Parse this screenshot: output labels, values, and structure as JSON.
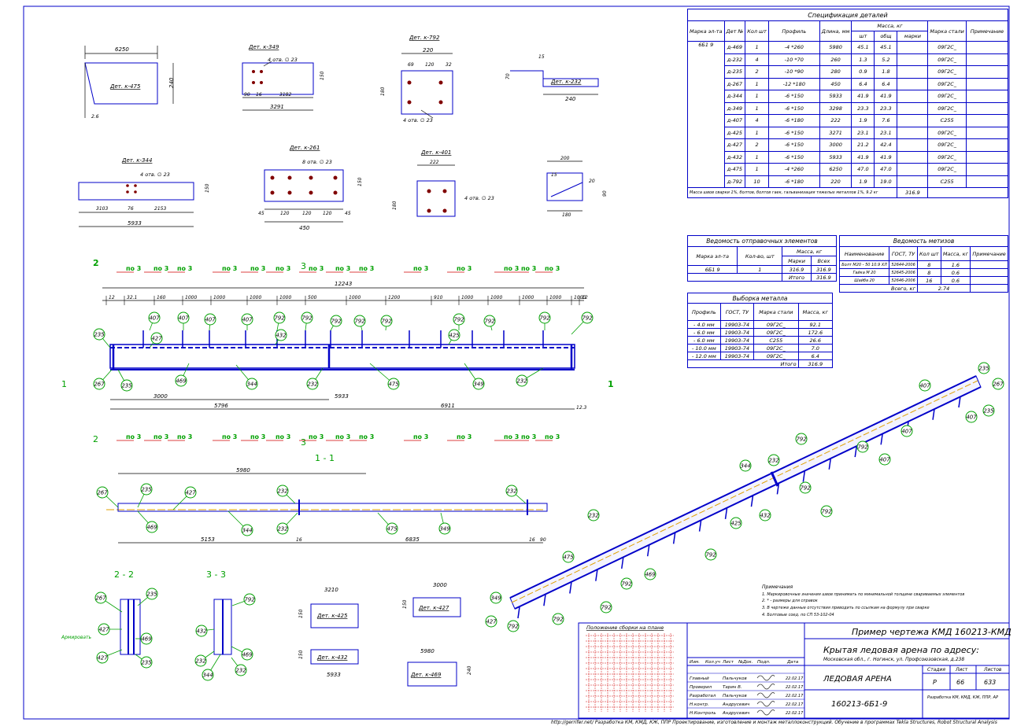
{
  "spec": {
    "title": "Спецификация деталей",
    "headers": [
      "Марка эл-та",
      "Дет №",
      "Кол шт",
      "Профиль",
      "Длина, мм",
      "Масса, кг",
      "шт",
      "общ",
      "марки",
      "Марка стали",
      "Примечание"
    ],
    "mark": "6Б1 9",
    "rows": [
      [
        "д-469",
        "1",
        "-4 *260",
        "5980",
        "45.1",
        "45.1",
        "09Г2С_"
      ],
      [
        "д-232",
        "4",
        "-10 *70",
        "260",
        "1.3",
        "5.2",
        "09Г2С_"
      ],
      [
        "д-235",
        "2",
        "-10 *90",
        "280",
        "0.9",
        "1.8",
        "09Г2С_"
      ],
      [
        "д-267",
        "1",
        "-12 *180",
        "450",
        "6.4",
        "6.4",
        "09Г2С_"
      ],
      [
        "д-344",
        "1",
        "-6 *150",
        "5933",
        "41.9",
        "41.9",
        "09Г2С_"
      ],
      [
        "д-349",
        "1",
        "-6 *150",
        "3298",
        "23.3",
        "23.3",
        "09Г2С_"
      ],
      [
        "д-407",
        "4",
        "-6 *180",
        "222",
        "1.9",
        "7.6",
        "С255"
      ],
      [
        "д-425",
        "1",
        "-6 *150",
        "3271",
        "23.1",
        "23.1",
        "09Г2С_"
      ],
      [
        "д-427",
        "2",
        "-6 *150",
        "3000",
        "21.2",
        "42.4",
        "09Г2С_"
      ],
      [
        "д-432",
        "1",
        "-6 *150",
        "5933",
        "41.9",
        "41.9",
        "09Г2С_"
      ],
      [
        "д-475",
        "1",
        "-4 *260",
        "6250",
        "47.0",
        "47.0",
        "09Г2С_"
      ],
      [
        "д-792",
        "10",
        "-6 *180",
        "220",
        "1.9",
        "19.0",
        "С255"
      ]
    ],
    "note": "Масса швов сварки 1%, болтов, болтов гаек, гальванизация тяжелых металлов 1%,  9.2 кг",
    "total": "316.9"
  },
  "ship": {
    "title": "Ведомость отправочных элементов",
    "headers": [
      "Марка эл-та",
      "Кол-во, шт",
      "Масса, кг",
      "Марки",
      "Всех"
    ],
    "rows": [
      [
        "6Б1 9",
        "1",
        "316.9",
        "316.9"
      ]
    ],
    "total_label": "Итого",
    "total": "316.9"
  },
  "hardware": {
    "title": "Ведомость метизов",
    "headers": [
      "Наименование",
      "ГОСТ, ТУ",
      "Кол шт",
      "Масса, кг",
      "Примечание"
    ],
    "rows": [
      [
        "Болт М20 - 50 10.9 ХЛ",
        "52644-2006",
        "8",
        "1.6"
      ],
      [
        "Гайка М 20",
        "52645-2006",
        "8",
        "0.6"
      ],
      [
        "Шайба 20",
        "52646-2006",
        "16",
        "0.6"
      ]
    ],
    "total_label": "Всего, кг",
    "total": "2.74"
  },
  "metal": {
    "title": "Выборка металла",
    "headers": [
      "Профиль",
      "ГОСТ, ТУ",
      "Марка стали",
      "Масса, кг"
    ],
    "rows": [
      [
        "- 4.0 мм",
        "19903-74",
        "09Г2С_",
        "92.1"
      ],
      [
        "- 6.0 мм",
        "19903-74",
        "09Г2С_",
        "172.6"
      ],
      [
        "- 6.0 мм",
        "19903-74",
        "С255",
        "26.6"
      ],
      [
        "- 10.0 мм",
        "19903-74",
        "09Г2С_",
        "7.0"
      ],
      [
        "- 12.0 мм",
        "19903-74",
        "09Г2С_",
        "6.4"
      ]
    ],
    "total_label": "Итого",
    "total": "316.9"
  },
  "details": {
    "d475": {
      "title": "Дет. к-475",
      "w": "6250",
      "h": "240",
      "s": "2.6"
    },
    "d349": {
      "title": "Дет. к-349",
      "holes": "4 отв. ∅ 23",
      "d1": "90",
      "d2": "16",
      "d3": "3182",
      "d4": "3291",
      "h": "150"
    },
    "d792": {
      "title": "Дет. к-792",
      "holes": "4 отв. ∅ 23",
      "w": "220",
      "a": "69",
      "b": "120",
      "c": "32",
      "h": "180"
    },
    "d232": {
      "title": "Дет. к-232",
      "w": "240",
      "a": "15",
      "b": "70"
    },
    "d344": {
      "title": "Дет. к-344",
      "holes": "4 отв. ∅ 23",
      "a": "3103",
      "b": "76",
      "c": "2153",
      "w": "5933",
      "h": "150"
    },
    "d261": {
      "title": "Дет. к-261",
      "holes": "8 отв. ∅ 23",
      "a": "45",
      "b": "120",
      "w": "450",
      "h": "150"
    },
    "d401": {
      "title": "Дет. к-401",
      "holes": "4 отв. ∅ 23",
      "w": "222",
      "h": "180"
    },
    "d235": {
      "w": "200",
      "a": "15",
      "b": "20",
      "c": "180",
      "h": "90"
    },
    "d425": {
      "title": "Дет. к-425",
      "w": "3210",
      "h": "150"
    },
    "d427": {
      "title": "Дет. к-427",
      "w": "3000",
      "h": "150"
    },
    "d432": {
      "title": "Дет. к-432",
      "w": "5933",
      "h": "150"
    },
    "d469": {
      "title": "Дет. к-469",
      "w": "5980",
      "h": "240"
    }
  },
  "elevation": {
    "total": "12243",
    "spans": [
      "12",
      "32.1",
      "160",
      "1000",
      "1000",
      "1000",
      "1000",
      "500",
      "1000",
      "1200",
      "910",
      "1000",
      "1000",
      "1000",
      "1000",
      "1000",
      "12",
      "28"
    ],
    "bottom": [
      "3000",
      "5796",
      "5933",
      "6911",
      "12.3"
    ],
    "section1": "1",
    "section2": "2",
    "section3": "3",
    "po3": "по 3",
    "labels": [
      "235",
      "267",
      "235",
      "427",
      "469",
      "344",
      "232",
      "475",
      "349",
      "232",
      "407",
      "407",
      "407",
      "407",
      "792",
      "792",
      "432",
      "792",
      "792",
      "792",
      "425",
      "792",
      "792",
      "792",
      "792"
    ]
  },
  "sec11": {
    "title": "1 - 1",
    "a": "5980",
    "b": "5153",
    "c": "16",
    "d": "6835",
    "e": "16",
    "f": "90",
    "labels": [
      "267",
      "235",
      "427",
      "232",
      "232",
      "469",
      "344",
      "475",
      "349",
      "232"
    ]
  },
  "sec22": {
    "title": "2 - 2",
    "labels": [
      "267",
      "235",
      "427",
      "469",
      "427",
      "235"
    ],
    "note": "Армировать"
  },
  "sec33": {
    "title": "3 - 3",
    "labels": [
      "792",
      "432",
      "232",
      "344",
      "232",
      "469"
    ]
  },
  "notes": {
    "title": "Примечания",
    "lines": [
      "1. Маркировочные значения швов принимать по минимальной толщине свариваемых элементов",
      "2. * - размеры для справок",
      "3. В чертеже данные отсутствия приводить по ссылкам на формулу при сварке",
      "4. Болтовые соед. по СП 53-102-04"
    ]
  },
  "stamp": {
    "layout_title": "Положение сборки на плане",
    "project": "Пример чертежа КМД  160213-КМД",
    "object": "Крытая ледовая арена по адресу:",
    "address": "Московская обл., г. Ногинск, ул. Профсоюзовская, д.238",
    "sheet_name": "ЛЕДОВАЯ АРЕНА",
    "code": "160213-6Б1-9",
    "stage_label": "Стадия",
    "sheet_label": "Лист",
    "sheets_label": "Листов",
    "stage": "Р",
    "sheet": "66",
    "sheets": "633",
    "col_headers": [
      "Изм.",
      "Кол.уч",
      "Лист",
      "№Док.",
      "Подп.",
      "Дата"
    ],
    "roles": [
      [
        "Главный",
        "Пальчуков",
        "22.02.17"
      ],
      [
        "Проверил",
        "Тарин В.",
        "22.02.17"
      ],
      [
        "Разработал",
        "Пальчуков",
        "22.02.17"
      ],
      [
        "Н.контр.",
        "Андрусевич",
        "22.02.17"
      ],
      [
        "Н.Контроль",
        "Андрусевич",
        "22.02.17"
      ]
    ],
    "company": "Разработка КМ, КМД, КЖ, ППР, АР",
    "footer": "http://gerrifer.net/  Разработка КМ, КМД, КЖ, ППР Проектирование, изготовление и монтаж металлоконструкций. Обучение в программах Tekla Structures, Robot Structural Analysis"
  },
  "colors": {
    "outline": "#0000c8",
    "leader": "#00a000",
    "accent": "#d00000"
  }
}
